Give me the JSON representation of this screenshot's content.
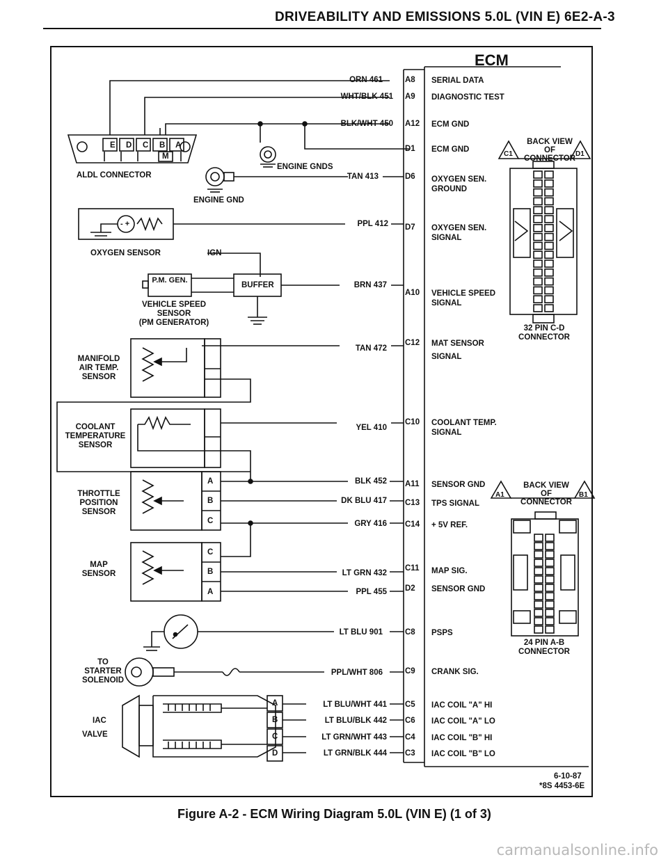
{
  "header": "DRIVEABILITY AND EMISSIONS 5.0L (VIN E) 6E2-A-3",
  "ecm_label": "ECM",
  "aldl": {
    "label": "ALDL CONNECTOR",
    "pins": [
      "E",
      "D",
      "C",
      "B",
      "A"
    ],
    "lower_pin": "M"
  },
  "engine_grounds": {
    "gnds_label": "ENGINE GNDS",
    "gnd_label": "ENGINE GND"
  },
  "oxygen_sensor": {
    "label": "OXYGEN SENSOR",
    "symbol": "- +"
  },
  "vss": {
    "ign": "IGN",
    "pm_gen": "P.M. GEN.",
    "buffer": "BUFFER",
    "label1": "VEHICLE SPEED",
    "label2": "SENSOR",
    "label3": "(PM GENERATOR)"
  },
  "mat": {
    "l1": "MANIFOLD",
    "l2": "AIR TEMP.",
    "l3": "SENSOR"
  },
  "cts": {
    "l1": "COOLANT",
    "l2": "TEMPERATURE",
    "l3": "SENSOR"
  },
  "tps": {
    "l1": "THROTTLE",
    "l2": "POSITION",
    "l3": "SENSOR",
    "pins": [
      "A",
      "B",
      "C"
    ]
  },
  "map": {
    "l1": "MAP",
    "l2": "SENSOR",
    "pins": [
      "C",
      "B",
      "A"
    ]
  },
  "starter": {
    "l1": "TO",
    "l2": "STARTER",
    "l3": "SOLENOID"
  },
  "iac": {
    "l1": "IAC",
    "l2": "VALVE",
    "pins": [
      "A",
      "B",
      "C",
      "D"
    ]
  },
  "circuits": [
    {
      "wire": "ORN 461",
      "pin": "A8",
      "signal1": "SERIAL DATA",
      "signal2": ""
    },
    {
      "wire": "WHT/BLK 451",
      "pin": "A9",
      "signal1": "DIAGNOSTIC TEST",
      "signal2": ""
    },
    {
      "wire": "BLK/WHT 450",
      "pin": "A12",
      "signal1": "ECM GND",
      "signal2": ""
    },
    {
      "wire": "",
      "pin": "D1",
      "signal1": "ECM GND",
      "signal2": ""
    },
    {
      "wire": "TAN 413",
      "pin": "D6",
      "signal1": "OXYGEN SEN.",
      "signal2": "GROUND"
    },
    {
      "wire": "PPL 412",
      "pin": "D7",
      "signal1": "OXYGEN SEN.",
      "signal2": "SIGNAL"
    },
    {
      "wire": "BRN 437",
      "pin": "A10",
      "signal1": "VEHICLE SPEED",
      "signal2": "SIGNAL"
    },
    {
      "wire": "TAN 472",
      "pin": "C12",
      "signal1": "MAT SENSOR",
      "signal2": "SIGNAL"
    },
    {
      "wire": "YEL 410",
      "pin": "C10",
      "signal1": "COOLANT TEMP.",
      "signal2": "SIGNAL"
    },
    {
      "wire": "BLK 452",
      "pin": "A11",
      "signal1": "SENSOR GND",
      "signal2": ""
    },
    {
      "wire": "DK BLU 417",
      "pin": "C13",
      "signal1": "TPS SIGNAL",
      "signal2": ""
    },
    {
      "wire": "GRY 416",
      "pin": "C14",
      "signal1": "+ 5V REF.",
      "signal2": ""
    },
    {
      "wire": "LT GRN 432",
      "pin": "C11",
      "signal1": "MAP SIG.",
      "signal2": ""
    },
    {
      "wire": "PPL 455",
      "pin": "D2",
      "signal1": "SENSOR GND",
      "signal2": ""
    },
    {
      "wire": "LT BLU 901",
      "pin": "C8",
      "signal1": "PSPS",
      "signal2": ""
    },
    {
      "wire": "PPL/WHT 806",
      "pin": "C9",
      "signal1": "CRANK SIG.",
      "signal2": ""
    },
    {
      "wire": "LT BLU/WHT 441",
      "pin": "C5",
      "signal1": "IAC COIL \"A\" HI",
      "signal2": ""
    },
    {
      "wire": "LT BLU/BLK 442",
      "pin": "C6",
      "signal1": "IAC COIL \"A\" LO",
      "signal2": ""
    },
    {
      "wire": "LT GRN/WHT 443",
      "pin": "C4",
      "signal1": "IAC COIL \"B\" HI",
      "signal2": ""
    },
    {
      "wire": "LT GRN/BLK 444",
      "pin": "C3",
      "signal1": "IAC COIL \"B\" LO",
      "signal2": ""
    }
  ],
  "connector_cd": {
    "back": "BACK VIEW",
    "of": "OF",
    "conn": "CONNECTOR",
    "left_tag": "C1",
    "right_tag": "D1",
    "size1": "32 PIN C-D",
    "size2": "CONNECTOR"
  },
  "connector_ab": {
    "back": "BACK VIEW",
    "of": "OF",
    "conn": "CONNECTOR",
    "left_tag": "A1",
    "right_tag": "B1",
    "size1": "24 PIN A-B",
    "size2": "CONNECTOR"
  },
  "footer": {
    "date": "6-10-87",
    "ref": "*8S 4453-6E"
  },
  "caption": "Figure A-2 - ECM Wiring Diagram 5.0L (VIN E) (1 of 3)",
  "watermark": "carmanualsonline.info"
}
